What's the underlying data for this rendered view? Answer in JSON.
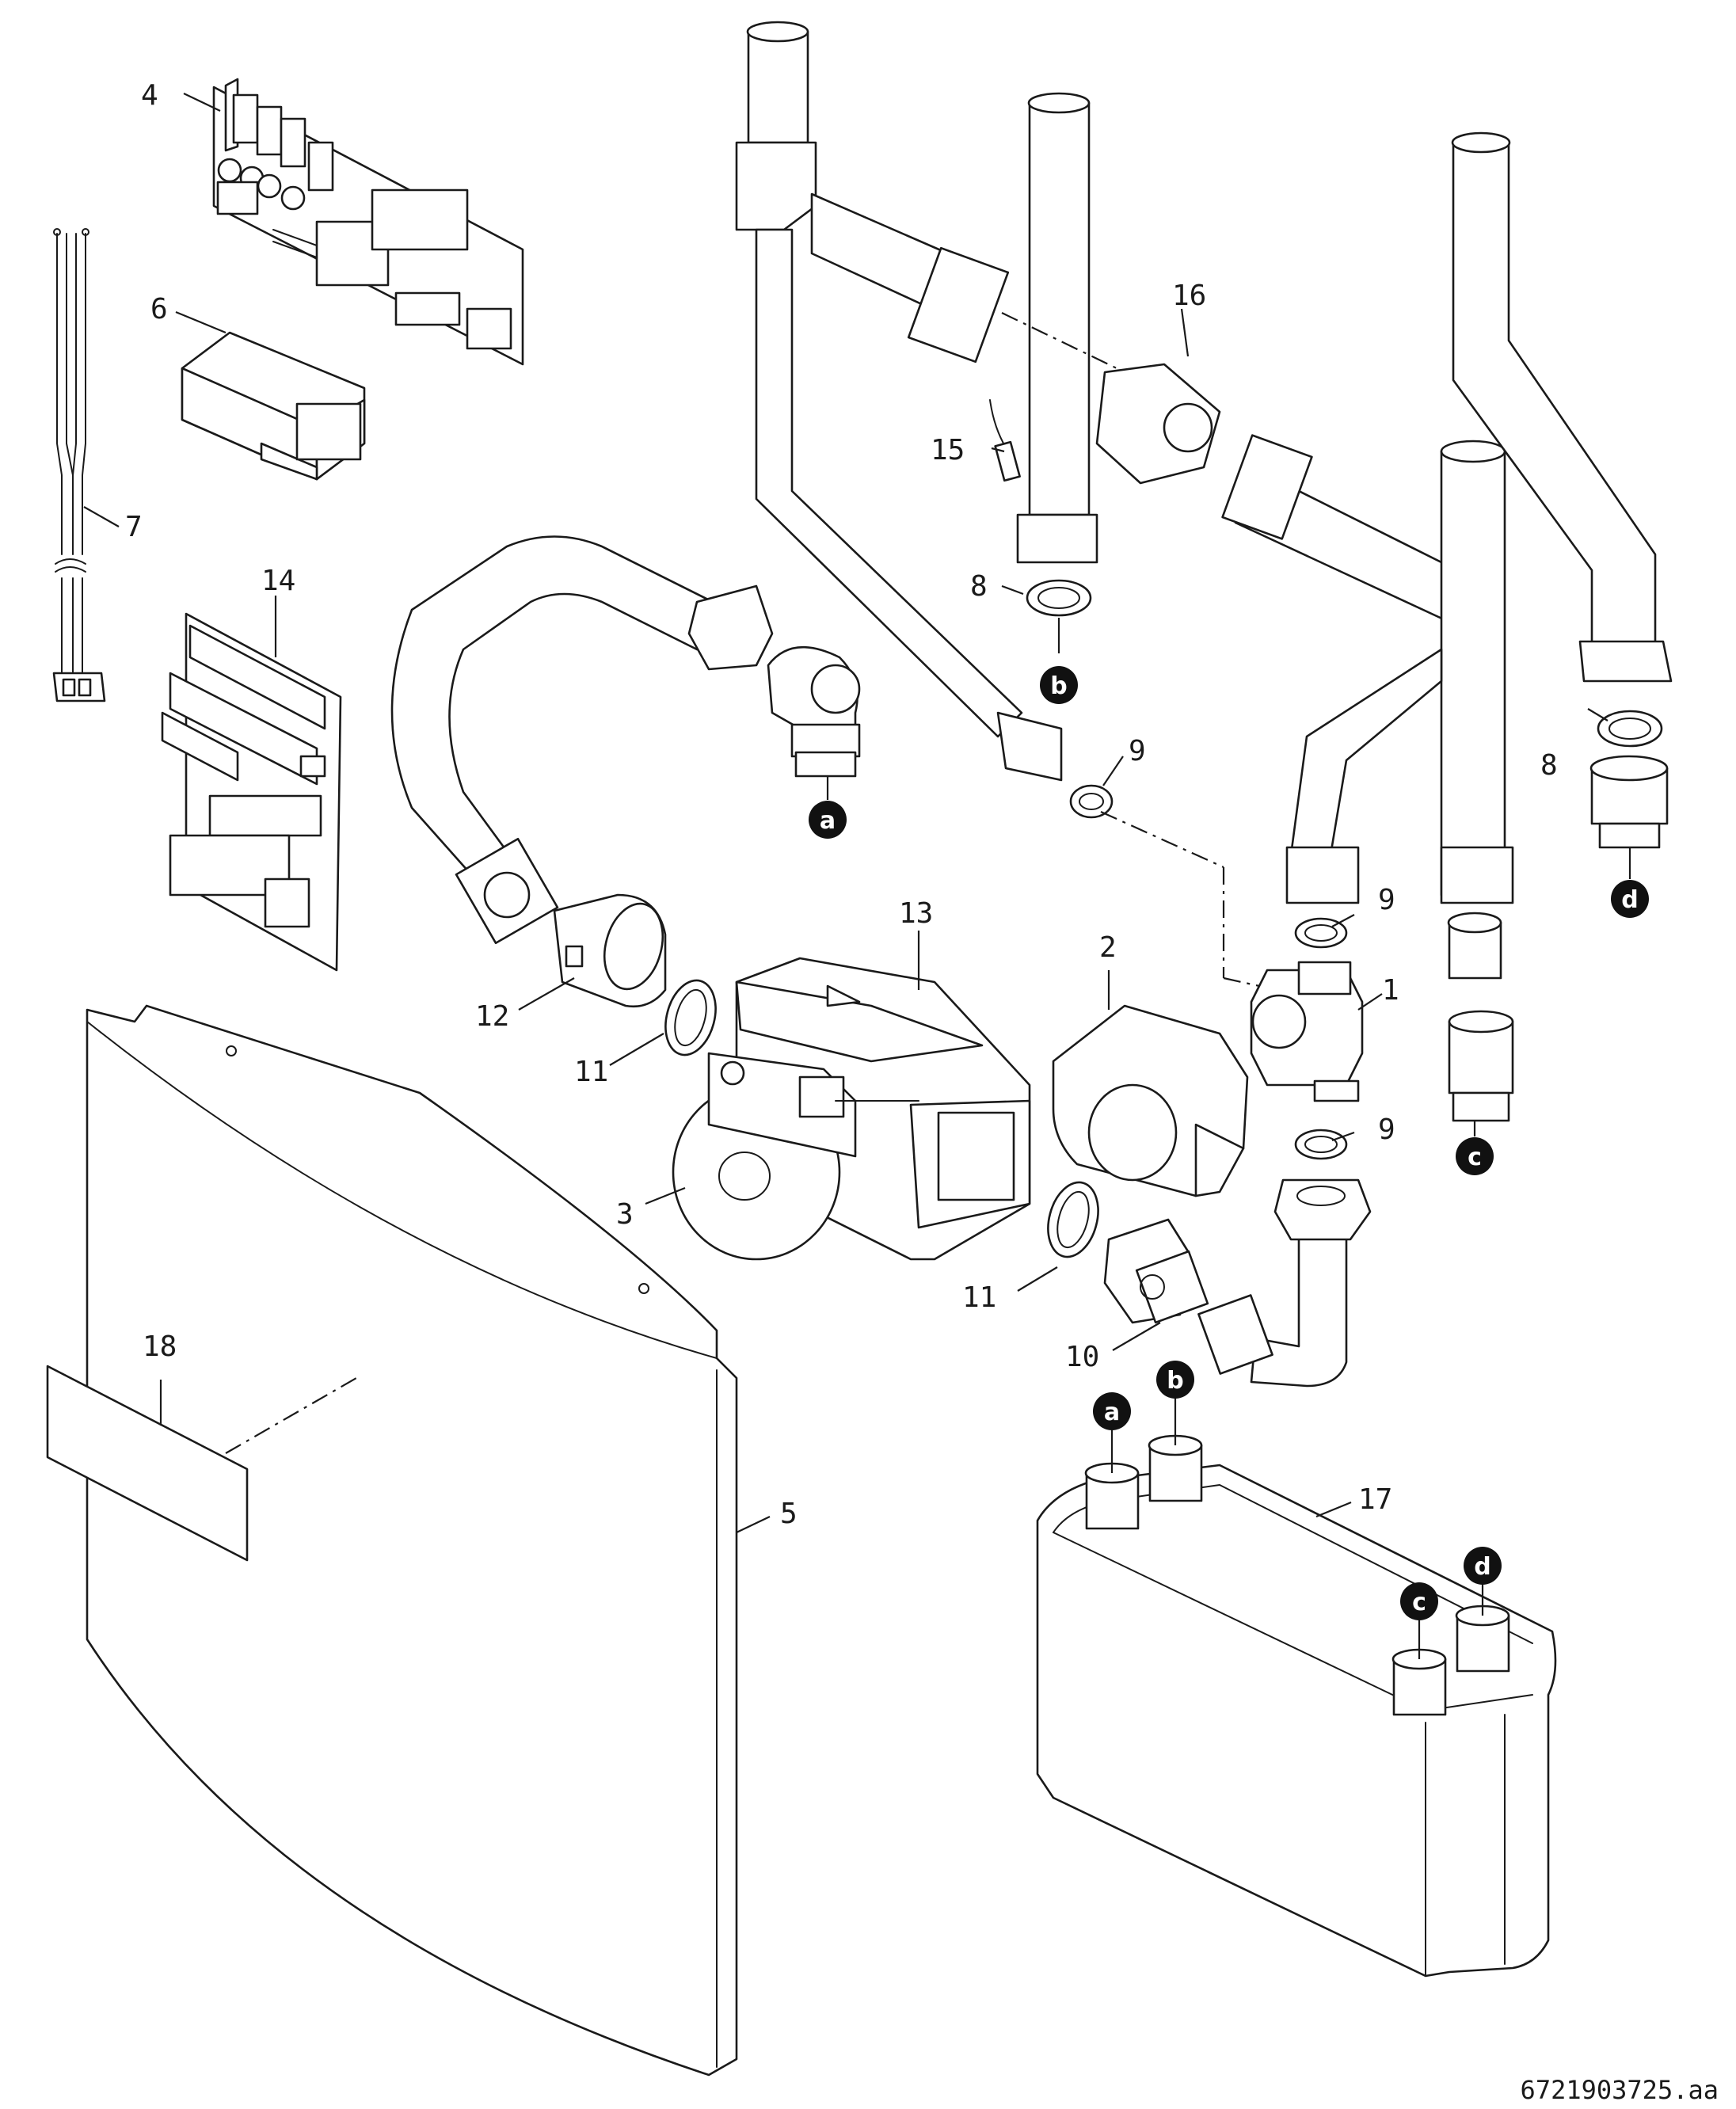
{
  "callouts": {
    "c1": "1",
    "c2": "2",
    "c3": "3",
    "c4": "4",
    "c5": "5",
    "c6": "6",
    "c7": "7",
    "c8a": "8",
    "c8b": "8",
    "c9a": "9",
    "c9b": "9",
    "c9c": "9",
    "c10": "10",
    "c11a": "11",
    "c11b": "11",
    "c12": "12",
    "c13": "13",
    "c14": "14",
    "c15": "15",
    "c16": "16",
    "c17": "17",
    "c18": "18"
  },
  "connectors": {
    "a_top": "a",
    "a_bottom": "a",
    "b_top": "b",
    "b_bottom": "b",
    "c_top": "c",
    "c_bottom": "c",
    "d_top": "d",
    "d_bottom": "d"
  },
  "reference_code": "6721903725.aa"
}
